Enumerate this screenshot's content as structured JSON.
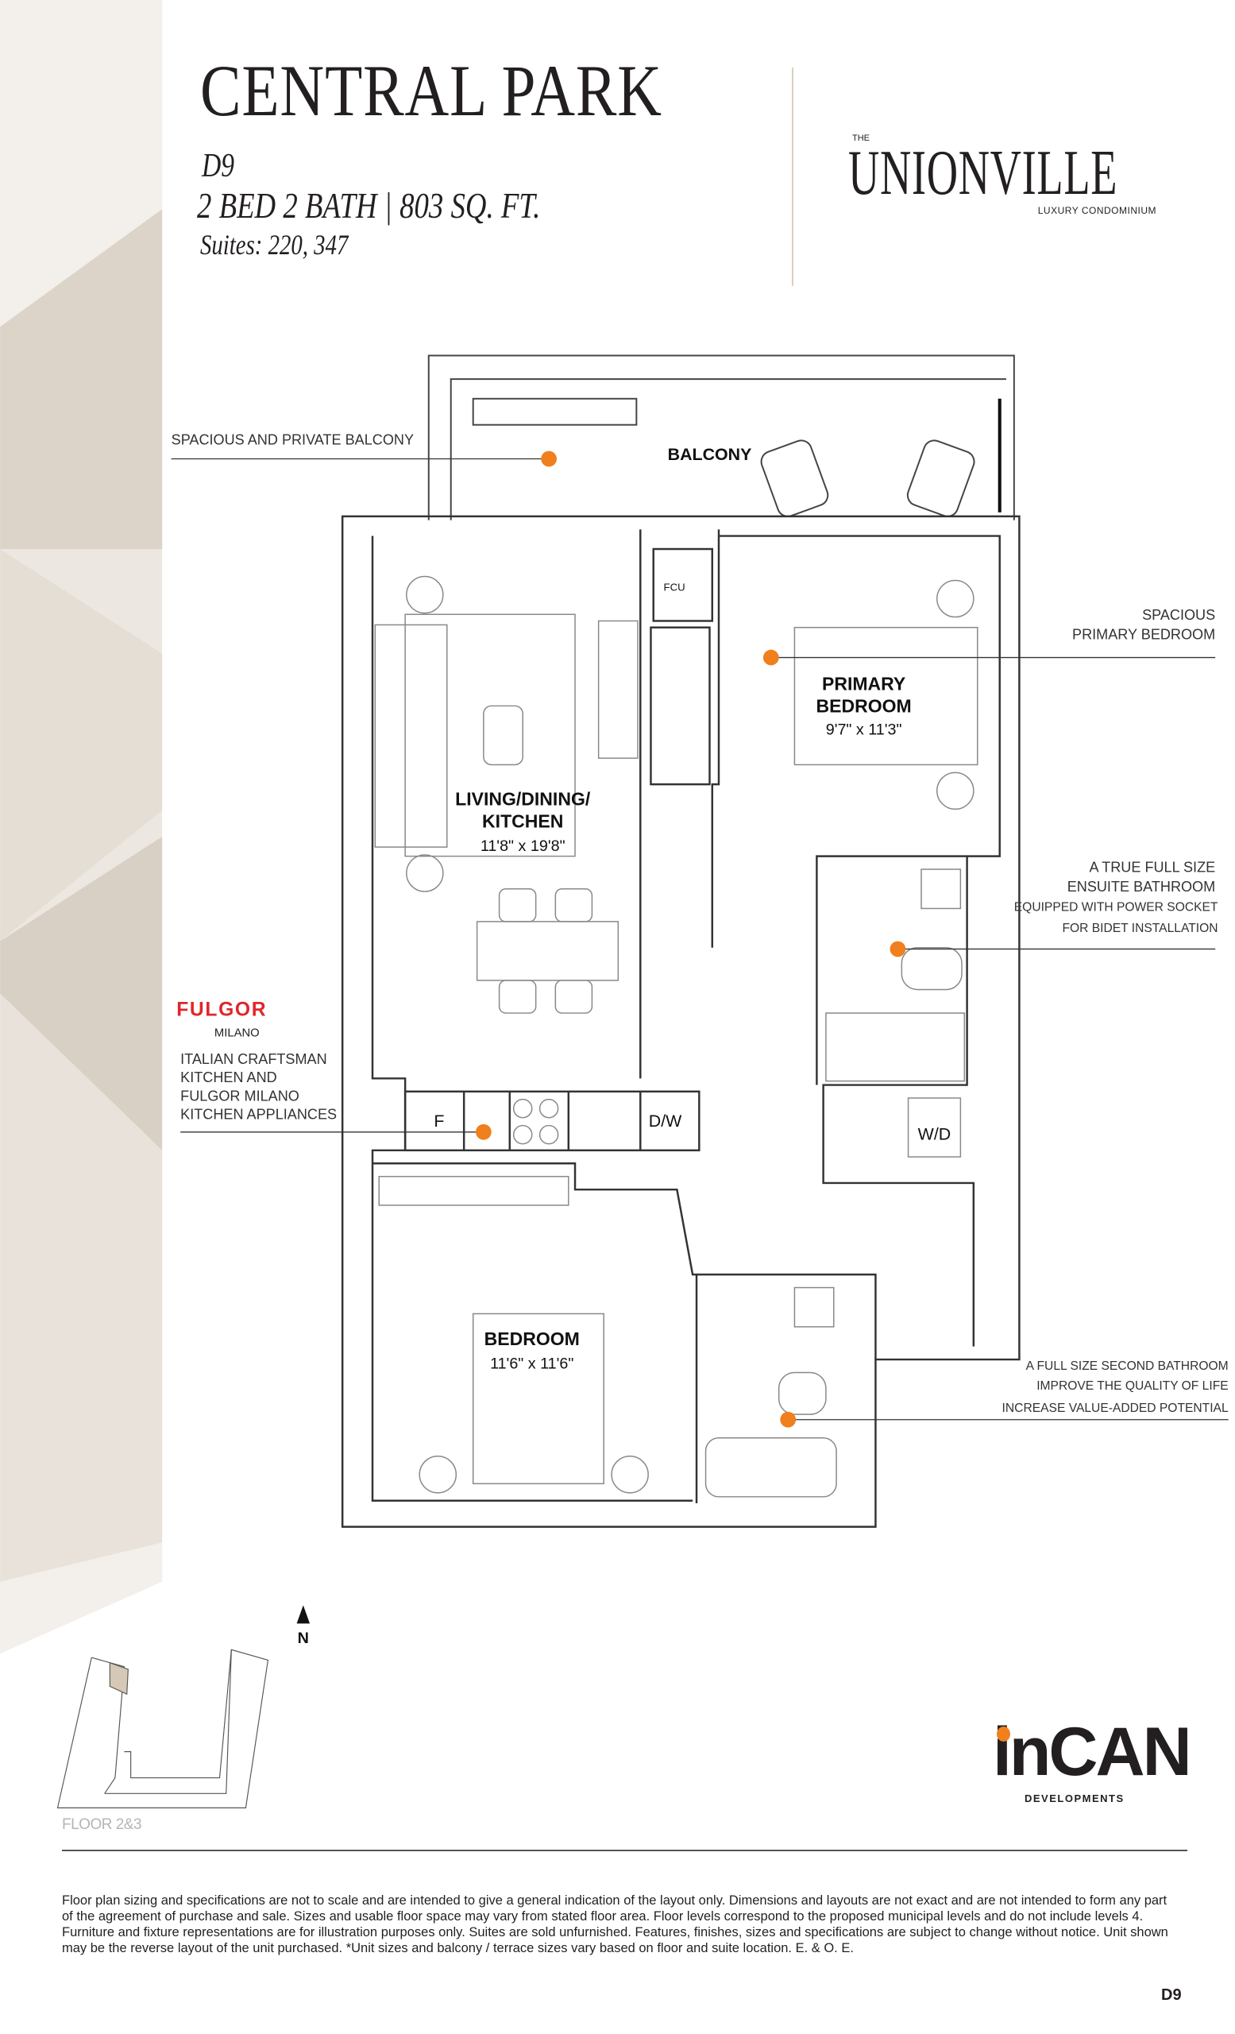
{
  "header": {
    "title": "CENTRAL PARK",
    "unit_code": "D9",
    "specs": "2 BED 2 BATH  |  803 SQ. FT.",
    "suites": "Suites: 220, 347"
  },
  "brand_logo": {
    "prefix": "THE",
    "name": "UNIONVILLE",
    "tagline": "LUXURY CONDOMINIUM"
  },
  "rooms": {
    "balcony": "BALCONY",
    "fcu": "FCU",
    "primary_bedroom": {
      "line1": "PRIMARY",
      "line2": "BEDROOM",
      "size": "9'7\" x 11'3\""
    },
    "living": {
      "line1": "LIVING/DINING/",
      "line2": "KITCHEN",
      "size": "11'8\" x 19'8\""
    },
    "bedroom": {
      "line1": "BEDROOM",
      "size": "11'6\" x 11'6\""
    },
    "fridge": "F",
    "dishwasher": "D/W",
    "washer_dryer": "W/D"
  },
  "annotations": {
    "balcony": "SPACIOUS AND PRIVATE BALCONY",
    "primary_bedroom": [
      "SPACIOUS",
      "PRIMARY BEDROOM"
    ],
    "ensuite": [
      "A TRUE FULL SIZE",
      "ENSUITE BATHROOM",
      "EQUIPPED WITH POWER SOCKET",
      "FOR BIDET INSTALLATION"
    ],
    "kitchen": [
      "ITALIAN CRAFTSMAN",
      "KITCHEN AND",
      "FULGOR MILANO",
      "KITCHEN APPLIANCES"
    ],
    "second_bath": [
      "A FULL SIZE SECOND BATHROOM",
      "IMPROVE THE QUALITY OF LIFE",
      "INCREASE VALUE-ADDED POTENTIAL"
    ]
  },
  "fulgor_logo": {
    "name": "FULGOR",
    "sub": "MILANO"
  },
  "north": "N",
  "keyplan_label": "FLOOR 2&3",
  "developer_logo": {
    "name": "inCAN",
    "sub": "DEVELOPMENTS"
  },
  "disclaimer": "Floor plan sizing and specifications are not to scale and are intended to give a general indication of the layout only. Dimensions and layouts are not exact and are not intended to form any part of the agreement of purchase and sale. Sizes and usable floor space may vary from stated floor area. Floor levels correspond to the proposed municipal levels and do not include levels 4. Furniture and fixture representations are for illustration purposes only. Suites are sold unfurnished. Features, finishes, sizes and specifications are subject to change without notice. Unit shown may be the reverse layout of the unit purchased. *Unit sizes and balcony / terrace sizes vary based on floor and suite location. E. & O. E.",
  "page_id": "D9",
  "colors": {
    "accent": "#f07f1e",
    "fulgor": "#e0262b",
    "band": "#ece7e0",
    "band_dark": "#ddd4c9"
  }
}
